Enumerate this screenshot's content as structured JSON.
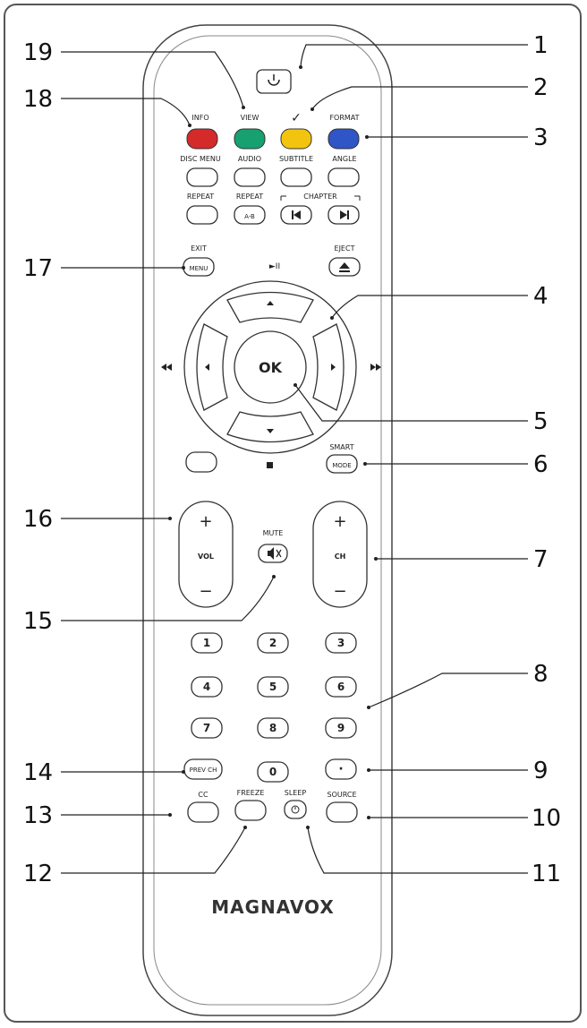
{
  "brand": "MAGNAVOX",
  "colors": {
    "red": "#d42a2a",
    "green": "#17a070",
    "yellow": "#f2c40f",
    "blue": "#2f55c6"
  },
  "labels": {
    "info": "INFO",
    "view": "VIEW",
    "check": "✓",
    "format": "FORMAT",
    "disc_menu": "DISC MENU",
    "audio": "AUDIO",
    "subtitle": "SUBTITLE",
    "angle": "ANGLE",
    "repeat": "REPEAT",
    "repeat2": "REPEAT",
    "chapter": "CHAPTER",
    "ab": "A-B",
    "exit": "EXIT",
    "menu": "MENU",
    "eject": "EJECT",
    "play_pause": "►II",
    "ok": "OK",
    "smart": "SMART",
    "mode": "MODE",
    "vol": "VOL",
    "ch": "CH",
    "plus": "+",
    "minus": "−",
    "mute": "MUTE",
    "prev_ch": "PREV CH",
    "dot": "·",
    "cc": "CC",
    "freeze": "FREEZE",
    "sleep": "SLEEP",
    "source": "SOURCE"
  },
  "numbers": [
    "1",
    "2",
    "3",
    "4",
    "5",
    "6",
    "7",
    "8",
    "9",
    "0"
  ],
  "callouts": [
    "1",
    "2",
    "3",
    "4",
    "5",
    "6",
    "7",
    "8",
    "9",
    "10",
    "11",
    "12",
    "13",
    "14",
    "15",
    "16",
    "17",
    "18",
    "19"
  ]
}
